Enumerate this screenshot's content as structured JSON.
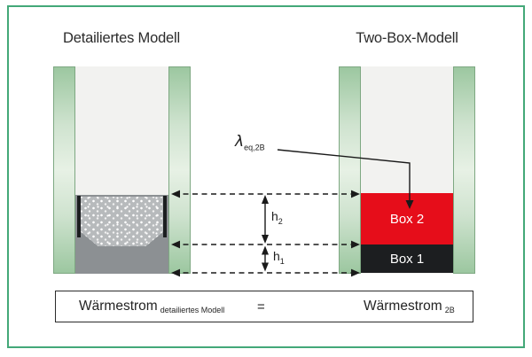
{
  "titles": {
    "left": "Detailiertes Modell",
    "right": "Two-Box-Modell"
  },
  "boxes": {
    "box2_label": "Box 2",
    "box1_label": "Box 1"
  },
  "dimensions": {
    "h2": {
      "base": "h",
      "sub": "2"
    },
    "h1": {
      "base": "h",
      "sub": "1"
    }
  },
  "lambda_label": {
    "base": "λ",
    "sub": "eq,2B"
  },
  "equation": {
    "left_main": "Wärmestrom",
    "left_sub": "detailiertes Modell",
    "equals": "=",
    "right_main": "Wärmestrom",
    "right_sub": "2B"
  },
  "colors": {
    "frame_green": "#43a878",
    "pane_green_dark": "#9cc7a0",
    "pane_green_light": "#e7f1e5",
    "pane_border": "#7ea882",
    "cavity_gray": "#f2f2f0",
    "fill_gray": "#8c9093",
    "granulate_gray": "#b7babc",
    "spacer_black": "#1c1e20",
    "box2_red": "#e60d1a",
    "box1_black": "#1c1e20",
    "line_black": "#1a1a1a",
    "text_dark": "#2e2e2e"
  }
}
